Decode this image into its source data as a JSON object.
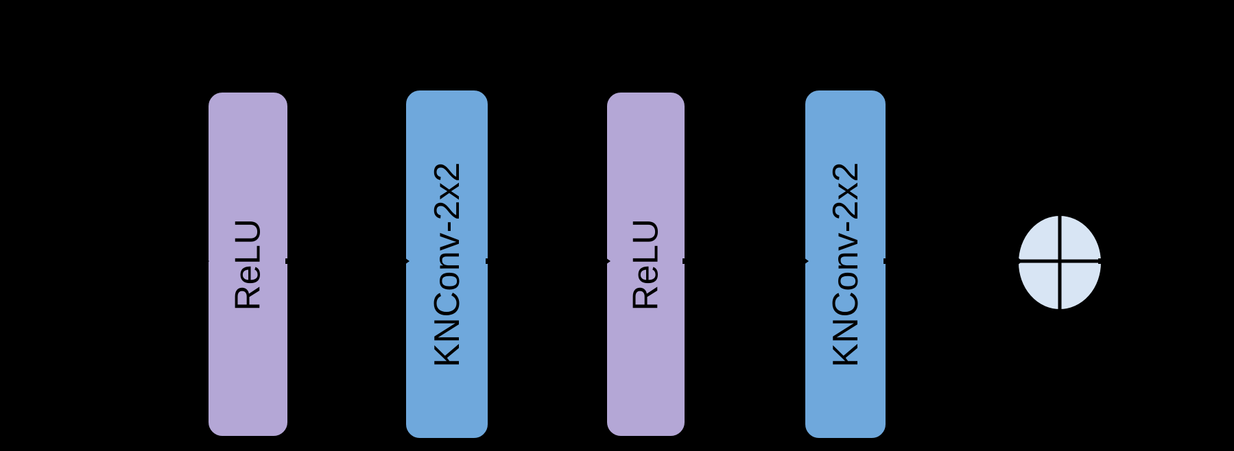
{
  "figure": {
    "name": "residual-block-diagram",
    "background": "#000000",
    "connector_color": "#000000",
    "blocks": [
      {
        "label": "ReLU",
        "fill": "#b4a7d6",
        "text_color": "#000000"
      },
      {
        "label": "KNConv-2x2",
        "fill": "#6fa8dc",
        "text_color": "#000000"
      },
      {
        "label": "ReLU",
        "fill": "#b4a7d6",
        "text_color": "#000000"
      },
      {
        "label": "KNConv-2x2",
        "fill": "#6fa8dc",
        "text_color": "#000000"
      }
    ],
    "add_node": {
      "icon": "circled-plus",
      "fill": "#d8e5f4",
      "cross_color": "#000000"
    }
  }
}
